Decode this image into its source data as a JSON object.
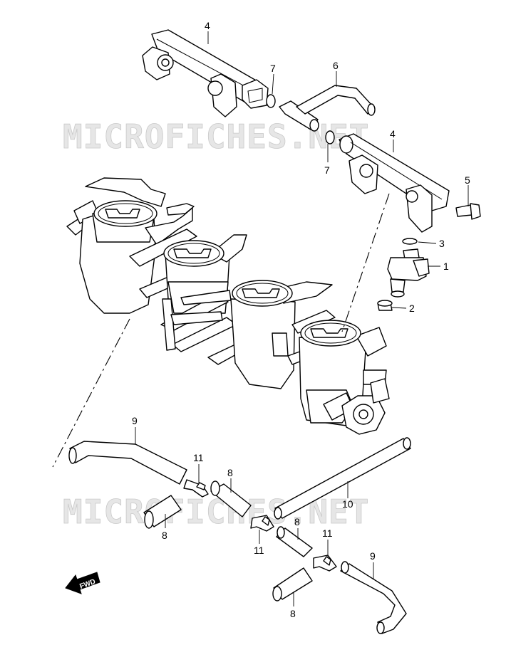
{
  "watermark": "MICROFICHES.NET",
  "fwd_label": "FWD",
  "callouts": {
    "c1": "1",
    "c2": "2",
    "c3": "3",
    "c4a": "4",
    "c4b": "4",
    "c5": "5",
    "c6": "6",
    "c7a": "7",
    "c7b": "7",
    "c8a": "8",
    "c8b": "8",
    "c8c": "8",
    "c8d": "8",
    "c9a": "9",
    "c9b": "9",
    "c10": "10",
    "c11a": "11",
    "c11b": "11",
    "c11c": "11"
  }
}
